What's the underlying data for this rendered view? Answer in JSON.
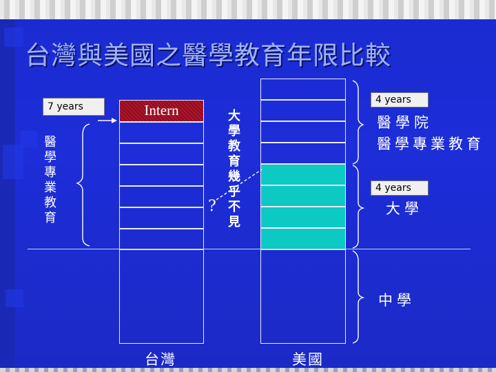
{
  "title": "台灣與美國之醫學教育年限比較",
  "tags": {
    "seven_years": "7 years",
    "us_four_years_top": "4 years",
    "us_four_years_mid": "4 years"
  },
  "taiwan": {
    "intern_label": "Intern",
    "side_label": "醫學專業教育",
    "column_label": "台灣"
  },
  "middle_note": {
    "text": "大學教育幾乎不見",
    "question_mark": "?"
  },
  "usa": {
    "column_label": "美國",
    "levels": [
      {
        "name": "醫學院"
      },
      {
        "name": "醫學專業教育"
      },
      {
        "name": "大學"
      },
      {
        "name": "中學"
      }
    ]
  },
  "colors": {
    "background": "#1d2dd8",
    "title": "#9fb2ff",
    "intern": "#b0142a",
    "college": "#0dc9c3"
  }
}
